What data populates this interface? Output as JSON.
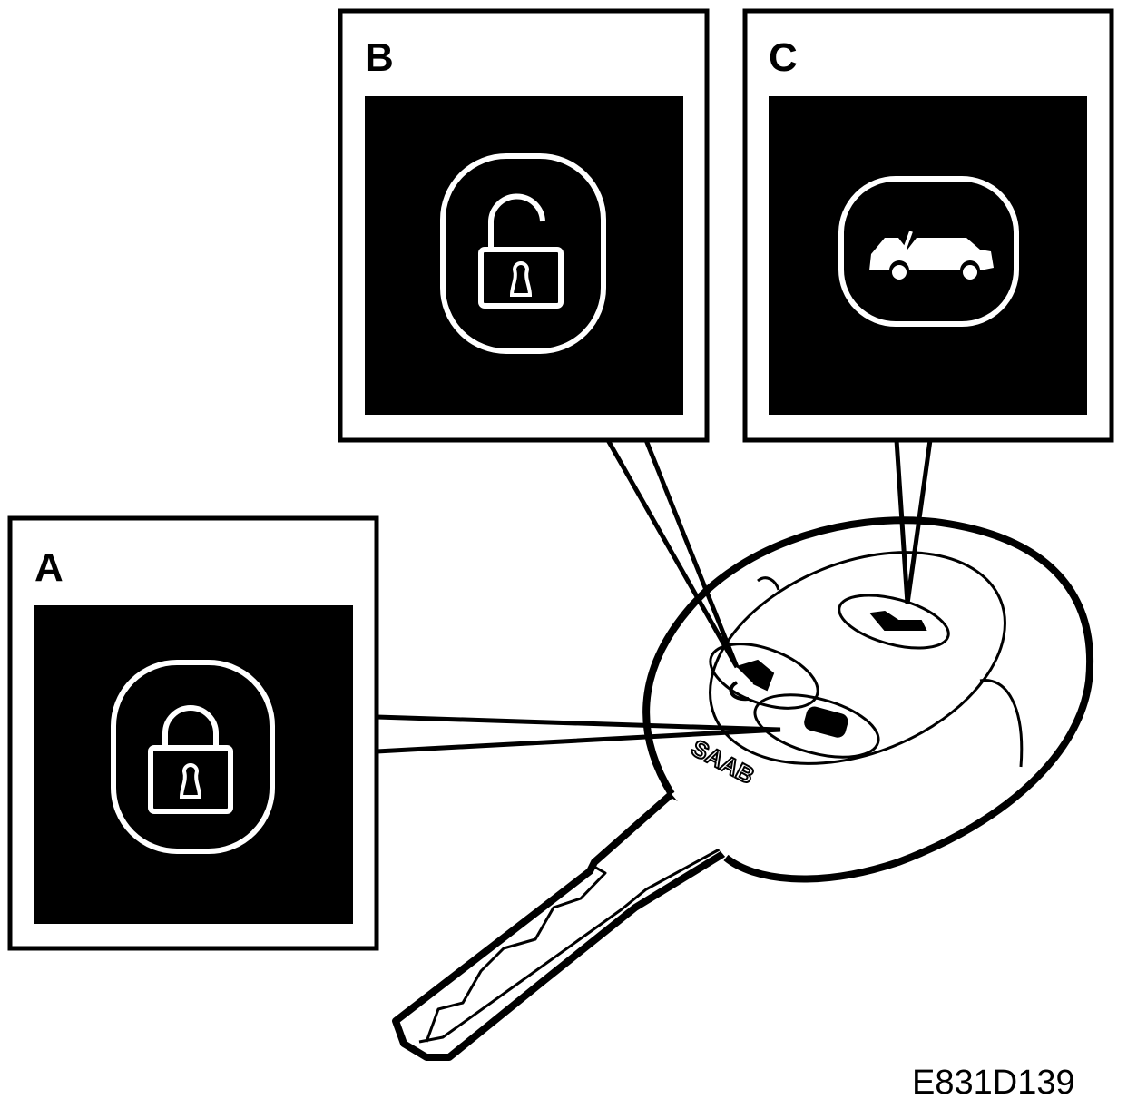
{
  "panels": [
    {
      "label": "A",
      "icon": "lock-closed-icon"
    },
    {
      "label": "B",
      "icon": "lock-open-icon"
    },
    {
      "label": "C",
      "icon": "car-trunk-open-icon"
    }
  ],
  "fob_brand": "SAAB",
  "figure_code": "E831D139",
  "colors": {
    "ink": "#000000",
    "paper": "#ffffff"
  }
}
